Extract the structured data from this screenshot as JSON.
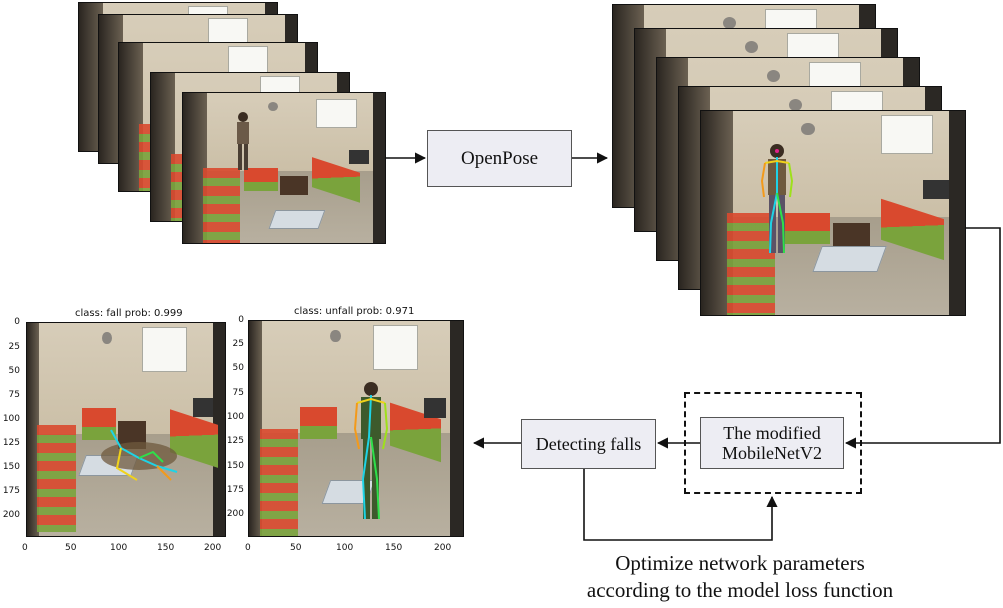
{
  "openpose_label": "OpenPose",
  "mobilenet_label_line1": "The modified",
  "mobilenet_label_line2": "MobileNetV2",
  "detecting_label": "Detecting falls",
  "caption_line1": "Optimize network parameters",
  "caption_line2": "according to the model loss function",
  "plot_left": {
    "title": "class: fall    prob: 0.999",
    "y_ticks": [
      "0",
      "25",
      "50",
      "75",
      "100",
      "125",
      "150",
      "175",
      "200"
    ],
    "x_ticks": [
      "0",
      "50",
      "100",
      "150",
      "200"
    ]
  },
  "plot_right": {
    "title": "class: unfall    prob: 0.971",
    "y_ticks": [
      "0",
      "25",
      "50",
      "75",
      "100",
      "125",
      "150",
      "175",
      "200"
    ],
    "x_ticks": [
      "0",
      "50",
      "100",
      "150",
      "200"
    ]
  },
  "colors": {
    "box_fill": "#ededf3",
    "arrow": "#111111",
    "bench_red": "#d9492e",
    "bench_green": "#7aa33c"
  }
}
